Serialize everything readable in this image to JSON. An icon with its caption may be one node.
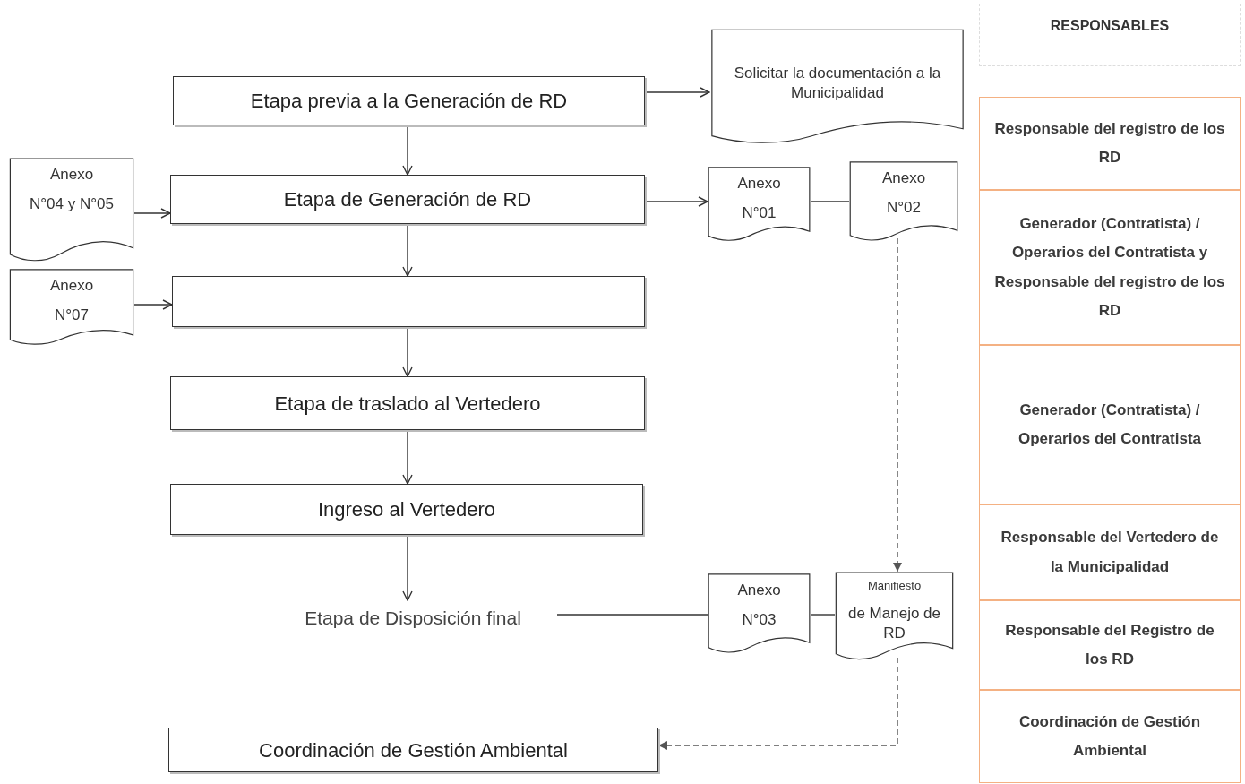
{
  "diagram": {
    "nodes": [
      {
        "text": [
          "Etapa previa a la Generación de RD"
        ]
      },
      {
        "text": [
          "Solicitar la documentación a la Municipalidad"
        ]
      },
      {
        "text": [
          "Anexo",
          "N°04 y N°05"
        ]
      },
      {
        "text": [
          "Etapa de Generación de RD"
        ]
      },
      {
        "text": [
          "Anexo",
          "N°01"
        ]
      },
      {
        "text": [
          "Anexo",
          "N°02"
        ]
      },
      {
        "text": [
          "Anexo",
          "N°07"
        ]
      },
      {
        "text": [],
        "shape": "box"
      },
      {
        "text": [
          "Etapa de traslado al Vertedero"
        ]
      },
      {
        "text": [
          "Ingreso al Vertedero"
        ]
      },
      {
        "text": [
          "Etapa de Disposición final"
        ]
      },
      {
        "text": [
          "Anexo",
          "N°03"
        ]
      },
      {
        "text": [
          "Manifiesto",
          "de Manejo de RD"
        ]
      },
      {
        "text": [
          "Coordinación de Gestión Ambiental"
        ]
      },
      {
        "text": [
          "RESPONSABLES"
        ]
      },
      {
        "text": [
          "Responsable del registro de los RD"
        ]
      },
      {
        "text": [
          "Generador (Contratista) / Operarios del Contratista y Responsable del registro de los RD"
        ]
      },
      {
        "text": [
          "Generador (Contratista) / Operarios del Contratista"
        ]
      },
      {
        "text": [
          "Responsable del Vertedero de la Municipalidad"
        ]
      },
      {
        "text": [
          "Responsable del Registro de los RD"
        ]
      },
      {
        "text": [
          "Coordinación de Gestión Ambiental"
        ]
      }
    ],
    "edges": [
      {
        "from": 0,
        "to": 1,
        "arrow": "to"
      },
      {
        "from": 0,
        "to": 3,
        "arrow": "to"
      },
      {
        "from": 2,
        "to": 3,
        "arrow": "to"
      },
      {
        "from": 3,
        "to": 4,
        "arrow": "to"
      },
      {
        "from": 4,
        "to": 5,
        "arrow": "none"
      },
      {
        "from": 3,
        "to": 7,
        "arrow": "to"
      },
      {
        "from": 6,
        "to": 7,
        "arrow": "to"
      },
      {
        "from": 7,
        "to": 8,
        "arrow": "to"
      },
      {
        "from": 8,
        "to": 9,
        "arrow": "to"
      },
      {
        "from": 9,
        "to": 10,
        "arrow": "to"
      },
      {
        "from": 10,
        "to": 11,
        "arrow": "none"
      },
      {
        "from": 11,
        "to": 12,
        "arrow": "none"
      },
      {
        "from": 5,
        "to": 12,
        "arrow": "to",
        "style": "dashed",
        "color": "#555555"
      },
      {
        "from": 12,
        "to": 13,
        "arrow": "to",
        "style": "dashed",
        "color": "#555555"
      }
    ]
  }
}
